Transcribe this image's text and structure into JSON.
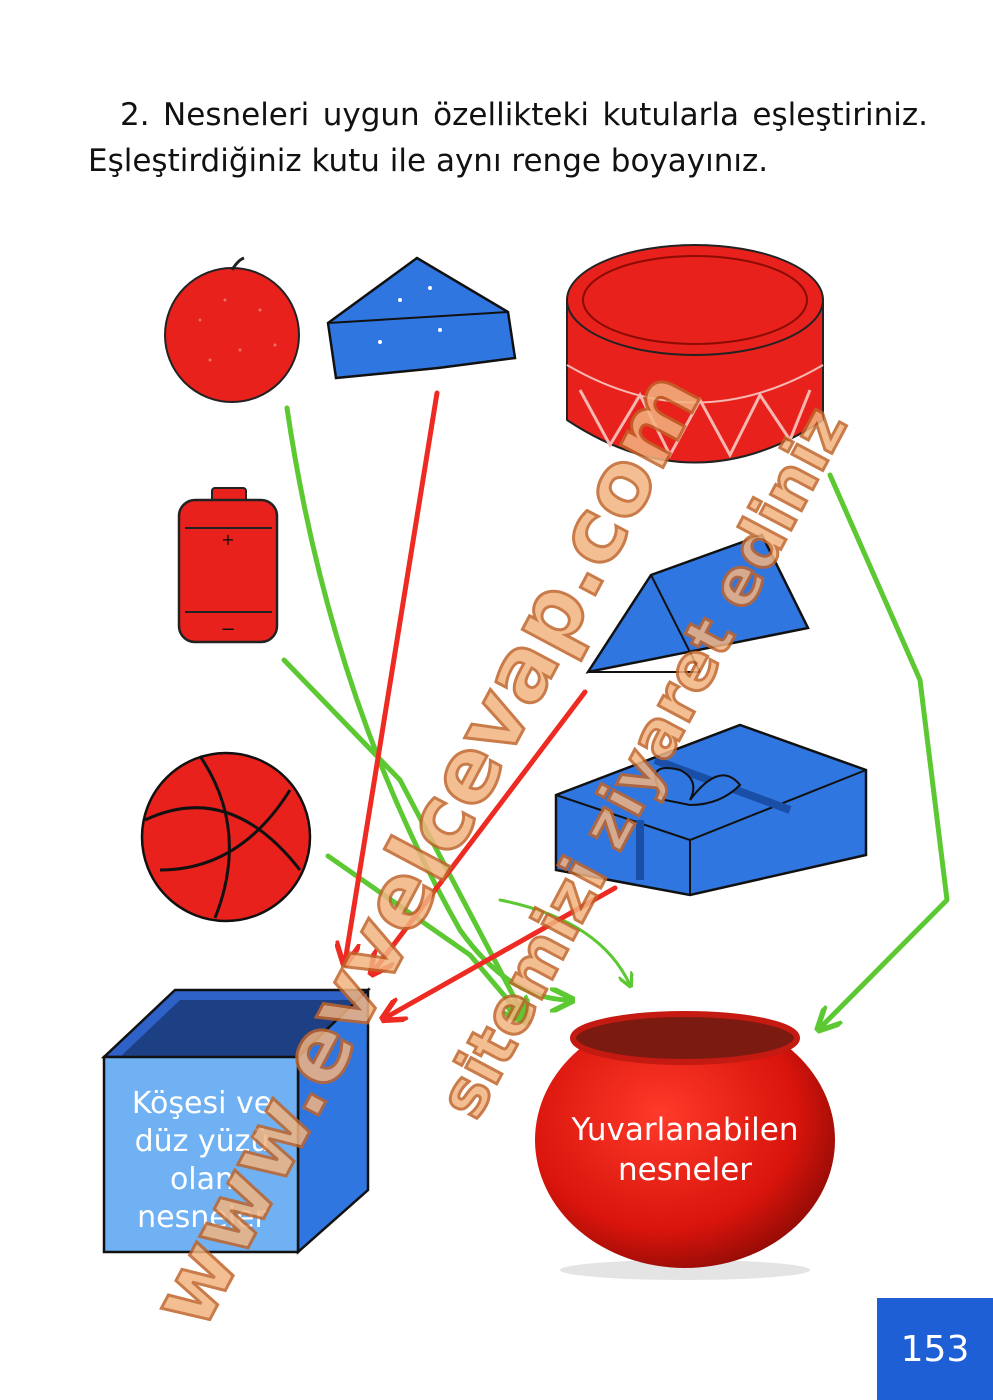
{
  "instruction": {
    "line1": "2. Nesneleri uygun özellikteki kutularla eşleştiriniz.",
    "line2": "Eşleştirdiğiniz kutu ile aynı renge boyayınız."
  },
  "objects": [
    {
      "name": "orange",
      "color": "#e8211c"
    },
    {
      "name": "cheese-wedge",
      "color": "#2f76e0"
    },
    {
      "name": "drum-box",
      "color": "#e8211c"
    },
    {
      "name": "battery",
      "color": "#e8211c"
    },
    {
      "name": "triangular-prism",
      "color": "#2f76e0"
    },
    {
      "name": "basketball",
      "color": "#e8211c"
    },
    {
      "name": "gift-box",
      "color": "#2f76e0"
    }
  ],
  "box_label": {
    "line1": "Köşesi ve",
    "line2": "düz yüzü",
    "line3": "olan",
    "line4": "nesneler"
  },
  "bowl_label": {
    "line1": "Yuvarlanabilen",
    "line2": "nesneler"
  },
  "watermark": {
    "main": "www.evvelcevap.com",
    "secondary": "sitemizi ziyaret ediniz"
  },
  "page_number": "153",
  "colors": {
    "red": "#e8211c",
    "blue": "#2f76e0",
    "green_arrow": "#5cc832",
    "red_arrow": "#ee2b22",
    "page_box": "#1f5fd6"
  }
}
